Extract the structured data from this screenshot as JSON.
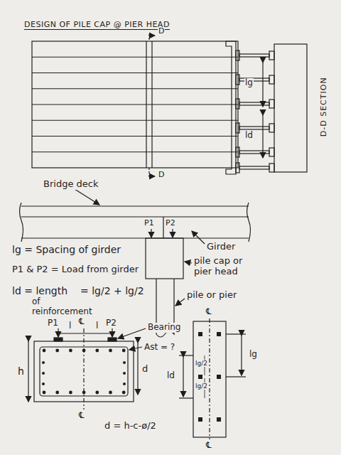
{
  "diagram": {
    "title": "DESIGN OF PILE CAP @ PIER HEAD",
    "labels": [
      "D",
      "D",
      "lg",
      "ld",
      "D-D SECTION",
      "Bridge deck",
      "P1",
      "P2",
      "Girder",
      "pile cap or pier head",
      "pile or pier",
      "lg = Spacing of girder",
      "P1 & P2 = Load from girder",
      "ld = length",
      "of reinforcement",
      "= lg/2 + lg/2",
      "℄",
      "P1",
      "l",
      "l",
      "P2",
      "Bearing",
      "Ast = ?",
      "h",
      "d",
      "℄",
      "d = h-c-ø/2",
      "℄",
      "lg",
      "ld",
      "lg/2",
      "lg/2",
      "℄"
    ]
  }
}
